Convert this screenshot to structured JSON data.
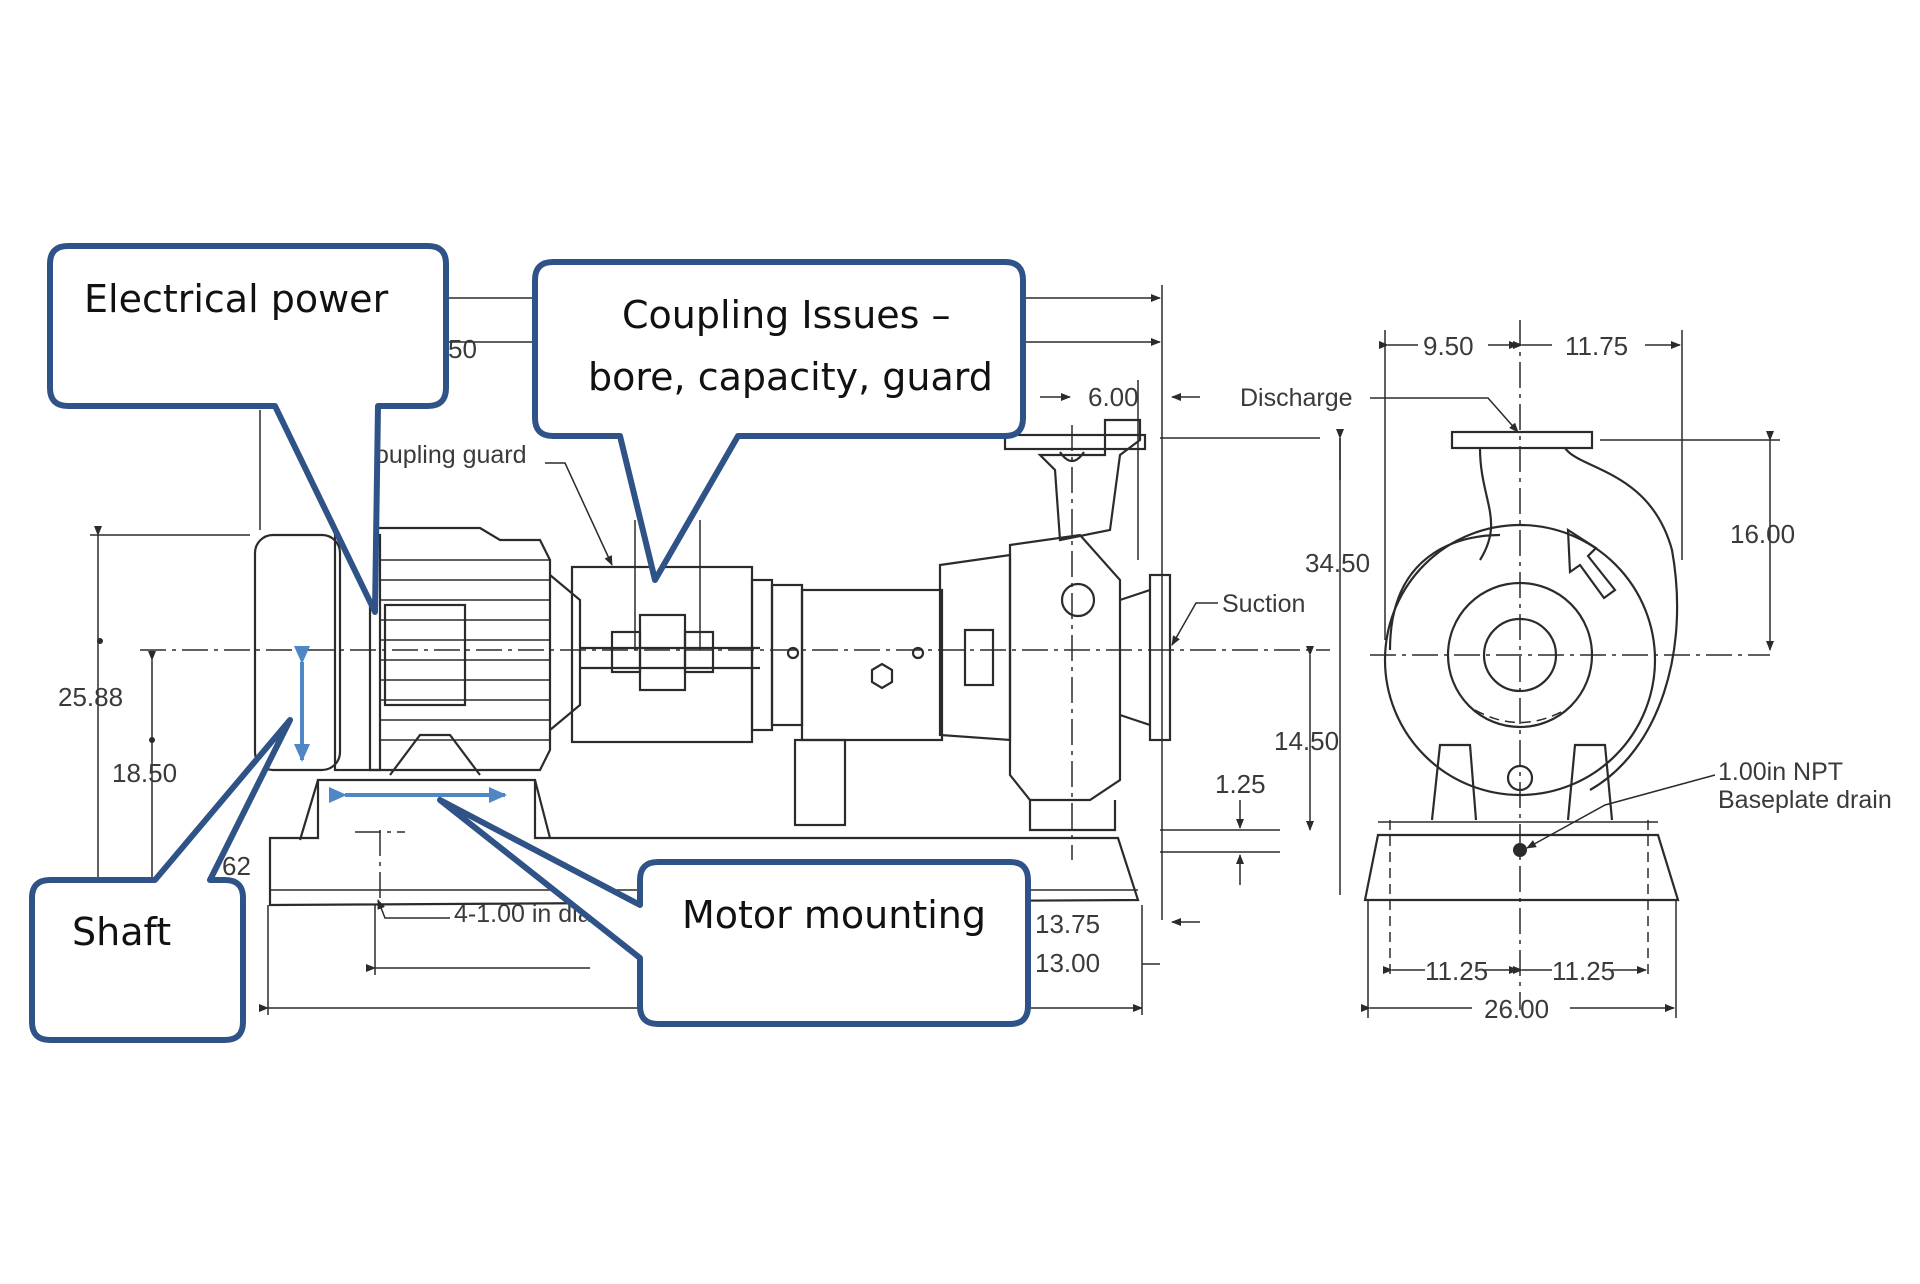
{
  "colors": {
    "callout_border": "#2f5287",
    "callout_arrow": "#4f86c6",
    "drawing_ink": "#2b2b2b",
    "background": "#ffffff"
  },
  "callouts": {
    "electrical_power": "Electrical power",
    "coupling_issues_line1": "Coupling Issues –",
    "coupling_issues_line2": "bore, capacity, guard",
    "shaft": "Shaft",
    "motor_mounting": "Motor mounting"
  },
  "labels": {
    "coupling_guard": "oupling guard",
    "discharge": "Discharge",
    "suction": "Suction",
    "anchor_holes": "4-1.00 in dia",
    "drain_line1": "1.00in NPT",
    "drain_line2": "Baseplate drain"
  },
  "dimensions": {
    "d_50": "50",
    "d_6_00": "6.00",
    "d_9_50": "9.50",
    "d_11_75": "11.75",
    "d_16_00": "16.00",
    "d_34_50": "34.50",
    "d_25_88": "25.88",
    "d_18_50": "18.50",
    "d_14_50": "14.50",
    "d_1_25": "1.25",
    "d_62": "62",
    "d_13_75": "13.75",
    "d_13_00": "13.00",
    "d_11_25_left": "11.25",
    "d_11_25_right": "11.25",
    "d_26_00": "26.00"
  }
}
